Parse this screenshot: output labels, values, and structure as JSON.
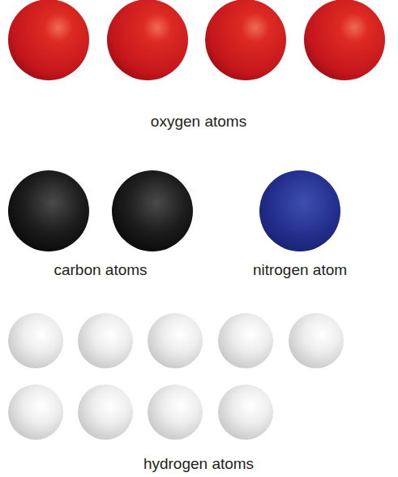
{
  "diagram": {
    "labels": [
      "oxygen atoms",
      "carbon atoms",
      "nitrogen atom",
      "hydrogen atoms"
    ]
  }
}
